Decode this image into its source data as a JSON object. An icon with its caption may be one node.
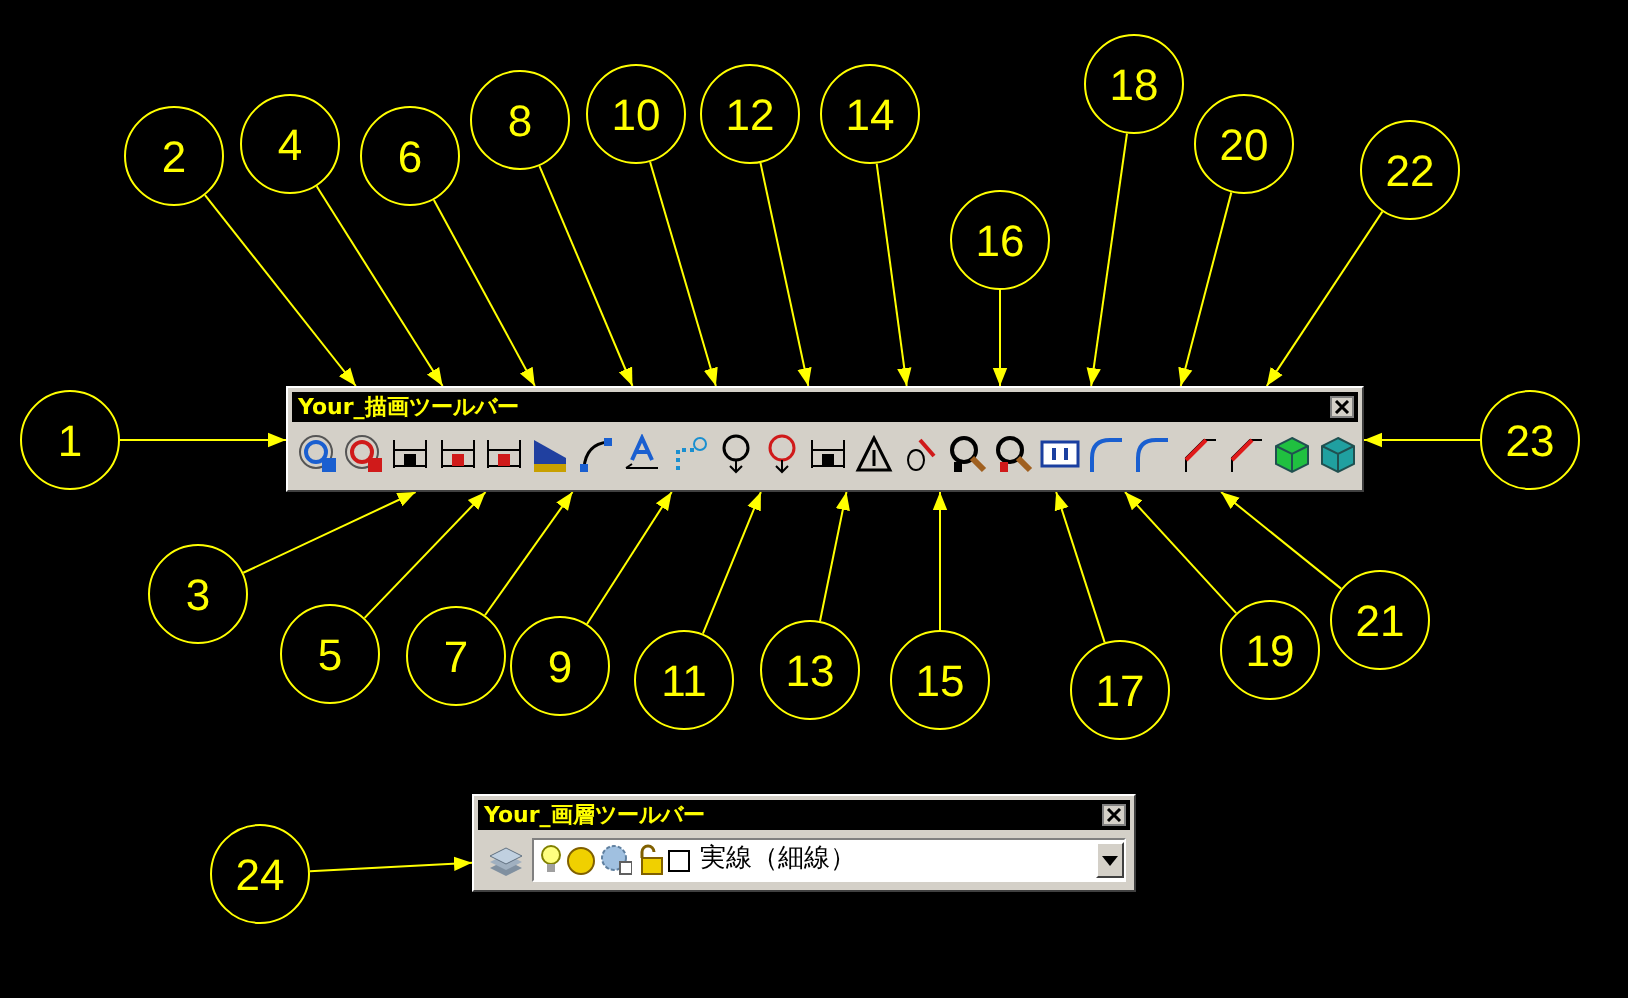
{
  "diagram": {
    "nodes": [
      {
        "text": [
          "Your_描画ツールバー"
        ]
      },
      {
        "text": [
          "1"
        ]
      },
      {
        "text": [
          "2"
        ]
      },
      {
        "text": [
          "3"
        ]
      },
      {
        "text": [
          "4"
        ]
      },
      {
        "text": [
          "5"
        ]
      },
      {
        "text": [
          "6"
        ]
      },
      {
        "text": [
          "7"
        ]
      },
      {
        "text": [
          "8"
        ]
      },
      {
        "text": [
          "9"
        ]
      },
      {
        "text": [
          "10"
        ]
      },
      {
        "text": [
          "11"
        ]
      },
      {
        "text": [
          "12"
        ]
      },
      {
        "text": [
          "13"
        ]
      },
      {
        "text": [
          "14"
        ]
      },
      {
        "text": [
          "15"
        ]
      },
      {
        "text": [
          "16"
        ]
      },
      {
        "text": [
          "17"
        ]
      },
      {
        "text": [
          "18"
        ]
      },
      {
        "text": [
          "19"
        ]
      },
      {
        "text": [
          "20"
        ]
      },
      {
        "text": [
          "21"
        ]
      },
      {
        "text": [
          "22"
        ]
      },
      {
        "text": [
          "23"
        ]
      },
      {
        "text": [
          "24"
        ]
      },
      {
        "text": [
          "Your_画層ツールバー",
          "実線（細線）"
        ]
      }
    ],
    "edges": [
      {
        "from": 1,
        "to": 0,
        "arrow": "to"
      },
      {
        "from": 2,
        "to": 0,
        "arrow": "to"
      },
      {
        "from": 3,
        "to": 0,
        "arrow": "to"
      },
      {
        "from": 4,
        "to": 0,
        "arrow": "to"
      },
      {
        "from": 5,
        "to": 0,
        "arrow": "to"
      },
      {
        "from": 6,
        "to": 0,
        "arrow": "to"
      },
      {
        "from": 7,
        "to": 0,
        "arrow": "to"
      },
      {
        "from": 8,
        "to": 0,
        "arrow": "to"
      },
      {
        "from": 9,
        "to": 0,
        "arrow": "to"
      },
      {
        "from": 10,
        "to": 0,
        "arrow": "to"
      },
      {
        "from": 11,
        "to": 0,
        "arrow": "to"
      },
      {
        "from": 12,
        "to": 0,
        "arrow": "to"
      },
      {
        "from": 13,
        "to": 0,
        "arrow": "to"
      },
      {
        "from": 14,
        "to": 0,
        "arrow": "to"
      },
      {
        "from": 15,
        "to": 0,
        "arrow": "to"
      },
      {
        "from": 16,
        "to": 0,
        "arrow": "to"
      },
      {
        "from": 17,
        "to": 0,
        "arrow": "to"
      },
      {
        "from": 18,
        "to": 0,
        "arrow": "to"
      },
      {
        "from": 19,
        "to": 0,
        "arrow": "to"
      },
      {
        "from": 20,
        "to": 0,
        "arrow": "to"
      },
      {
        "from": 21,
        "to": 0,
        "arrow": "to"
      },
      {
        "from": 22,
        "to": 0,
        "arrow": "to"
      },
      {
        "from": 23,
        "to": 0,
        "arrow": "to"
      },
      {
        "from": 24,
        "to": 25,
        "arrow": "to"
      }
    ]
  }
}
